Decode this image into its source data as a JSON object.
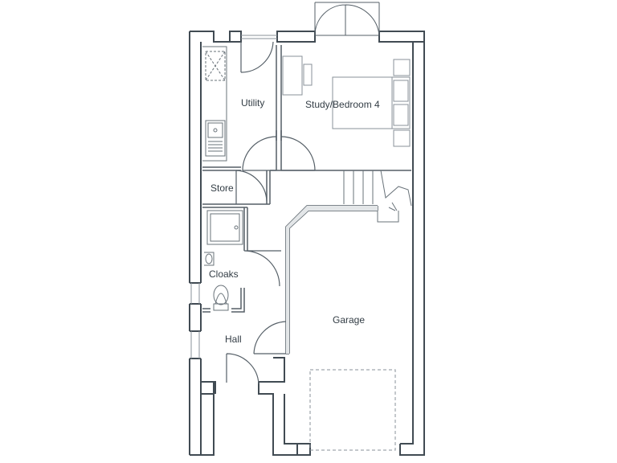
{
  "rooms": {
    "utility": "Utility",
    "study": "Study/Bedroom 4",
    "store": "Store",
    "cloaks": "Cloaks",
    "garage": "Garage",
    "hall": "Hall"
  },
  "colors": {
    "wall": "#414b53",
    "line": "#555f67",
    "thin": "#8a9299",
    "text": "#333d45"
  },
  "icons": [
    "door-swing-icon",
    "french-doors-icon",
    "washing-machine-icon",
    "sink-icon",
    "bed-icon",
    "desk-icon",
    "shower-tray-icon",
    "basin-icon",
    "toilet-icon",
    "staircase-icon",
    "garage-door-icon"
  ]
}
